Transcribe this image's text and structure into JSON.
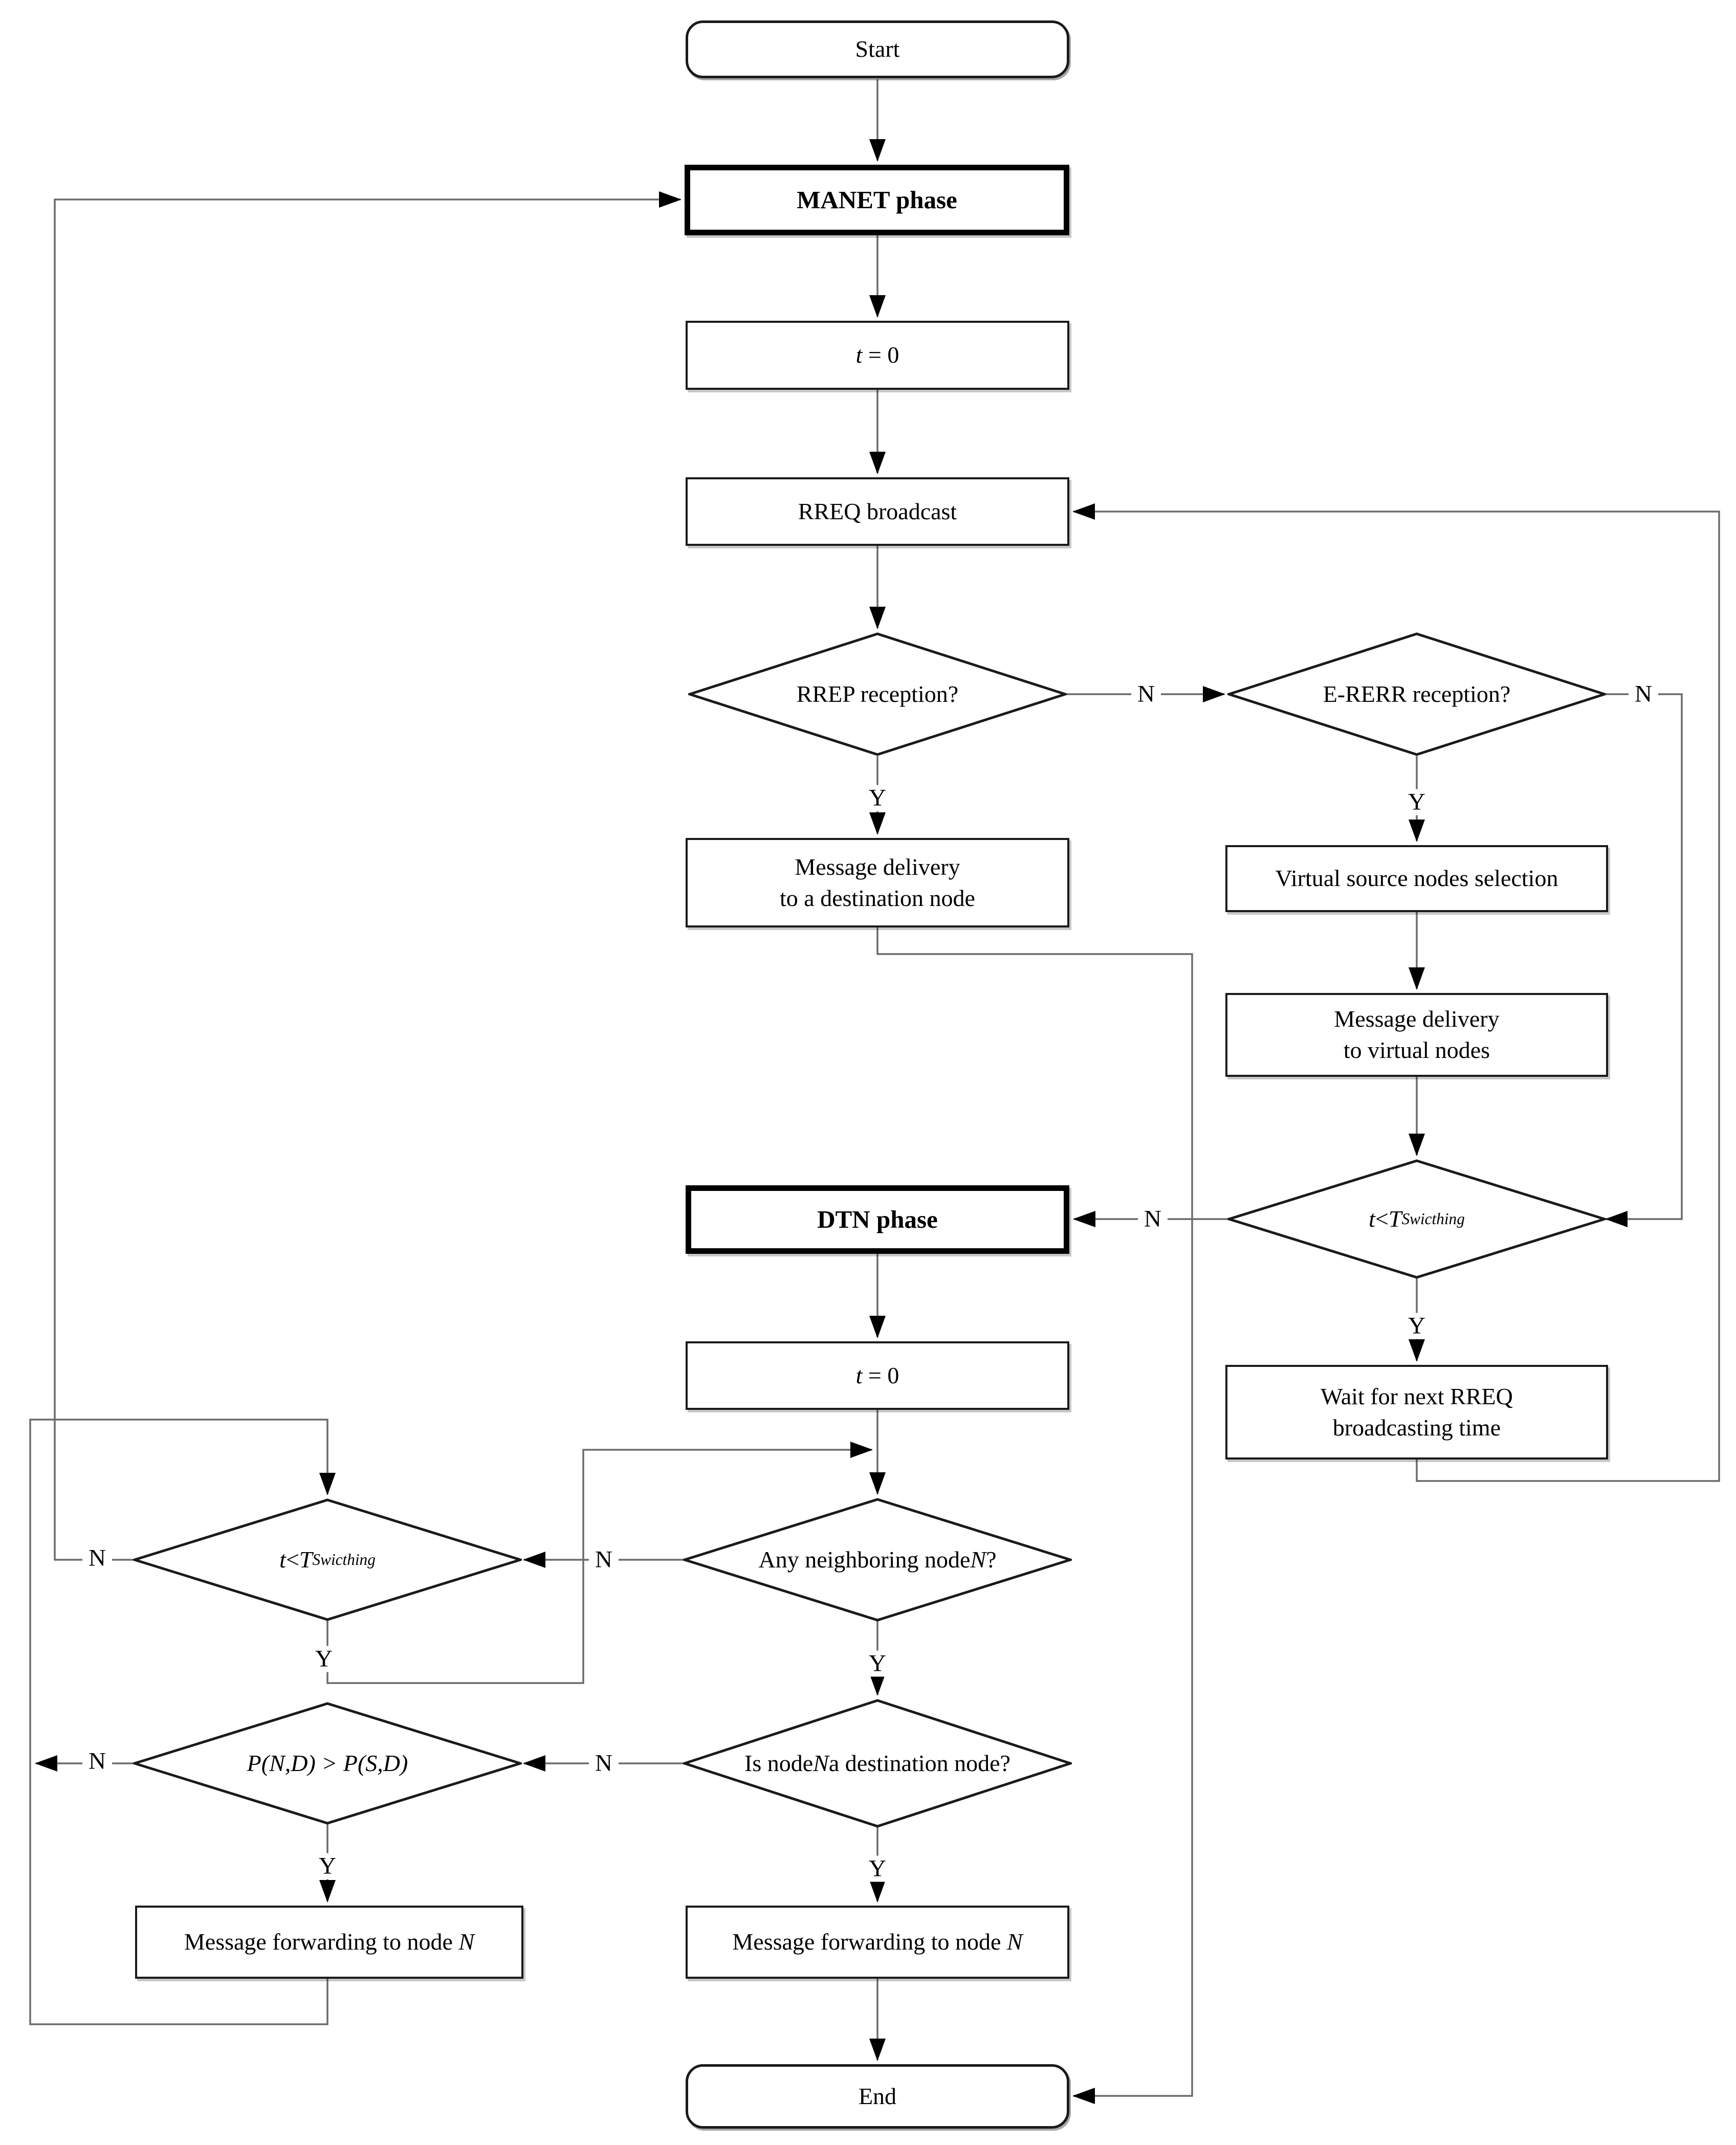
{
  "diagram_type": "flowchart",
  "colors": {
    "background": "#ffffff",
    "node_border": "#1a1a1a",
    "connector_line": "#6b6b6b",
    "arrowhead": "#000000",
    "text": "#000000"
  },
  "nodes": {
    "start": {
      "shape": "terminator",
      "label": "Start"
    },
    "manet_phase": {
      "shape": "process-bold",
      "label": "MANET phase"
    },
    "t_zero_manet": {
      "shape": "process",
      "segments": [
        {
          "t": "t",
          "i": true
        },
        {
          "t": " = 0"
        }
      ]
    },
    "rreq_broadcast": {
      "shape": "process",
      "label": "RREQ broadcast"
    },
    "rrep_reception": {
      "shape": "decision",
      "label": "RREP reception?"
    },
    "e_rerr_reception": {
      "shape": "decision",
      "label": "E-RERR reception?"
    },
    "msg_delivery_destination": {
      "shape": "process",
      "segments": [
        {
          "t": "Message delivery"
        },
        {
          "t": "to a destination node",
          "br": true
        }
      ]
    },
    "virtual_source_selection": {
      "shape": "process",
      "label": "Virtual source nodes selection"
    },
    "msg_delivery_virtual": {
      "shape": "process",
      "segments": [
        {
          "t": "Message delivery"
        },
        {
          "t": "to virtual nodes",
          "br": true
        }
      ]
    },
    "t_switching_right": {
      "shape": "decision",
      "segments": [
        {
          "t": "t",
          "i": true
        },
        {
          "t": " < "
        },
        {
          "t": "T",
          "i": true
        },
        {
          "t": "Swicthing",
          "i": true,
          "s": true
        }
      ]
    },
    "dtn_phase": {
      "shape": "process-bold",
      "label": "DTN phase"
    },
    "wait_next_rreq": {
      "shape": "process",
      "segments": [
        {
          "t": "Wait for next RREQ"
        },
        {
          "t": "broadcasting time",
          "br": true
        }
      ]
    },
    "t_zero_dtn": {
      "shape": "process",
      "segments": [
        {
          "t": "t",
          "i": true
        },
        {
          "t": " = 0"
        }
      ]
    },
    "any_neighboring_node": {
      "shape": "decision",
      "segments": [
        {
          "t": "Any neighboring node "
        },
        {
          "t": "N",
          "i": true
        },
        {
          "t": "?"
        }
      ]
    },
    "t_switching_left": {
      "shape": "decision",
      "segments": [
        {
          "t": "t",
          "i": true
        },
        {
          "t": " < "
        },
        {
          "t": "T",
          "i": true
        },
        {
          "t": "Swicthing",
          "i": true,
          "s": true
        }
      ]
    },
    "is_destination_node": {
      "shape": "decision",
      "segments": [
        {
          "t": "Is node "
        },
        {
          "t": "N",
          "i": true
        },
        {
          "t": "a destination node?",
          "br": true
        }
      ]
    },
    "prob_compare": {
      "shape": "decision",
      "segments": [
        {
          "t": "P(N,D) > P(S,D)",
          "i": true
        }
      ]
    },
    "msg_forwarding_left": {
      "shape": "process",
      "segments": [
        {
          "t": "Message forwarding to node "
        },
        {
          "t": "N",
          "i": true
        }
      ]
    },
    "msg_forwarding_center": {
      "shape": "process",
      "segments": [
        {
          "t": "Message forwarding to node "
        },
        {
          "t": "N",
          "i": true
        }
      ]
    },
    "end": {
      "shape": "terminator",
      "label": "End"
    }
  },
  "edge_labels": {
    "rrep_no": "N",
    "rrep_yes": "Y",
    "ererr_no": "N",
    "ererr_yes": "Y",
    "tsw_right_no": "N",
    "tsw_right_yes": "Y",
    "neighbor_no": "N",
    "neighbor_yes": "Y",
    "tsw_left_no": "N",
    "tsw_left_yes": "Y",
    "dest_no": "N",
    "dest_yes": "Y",
    "prob_no": "N",
    "prob_yes": "Y"
  }
}
